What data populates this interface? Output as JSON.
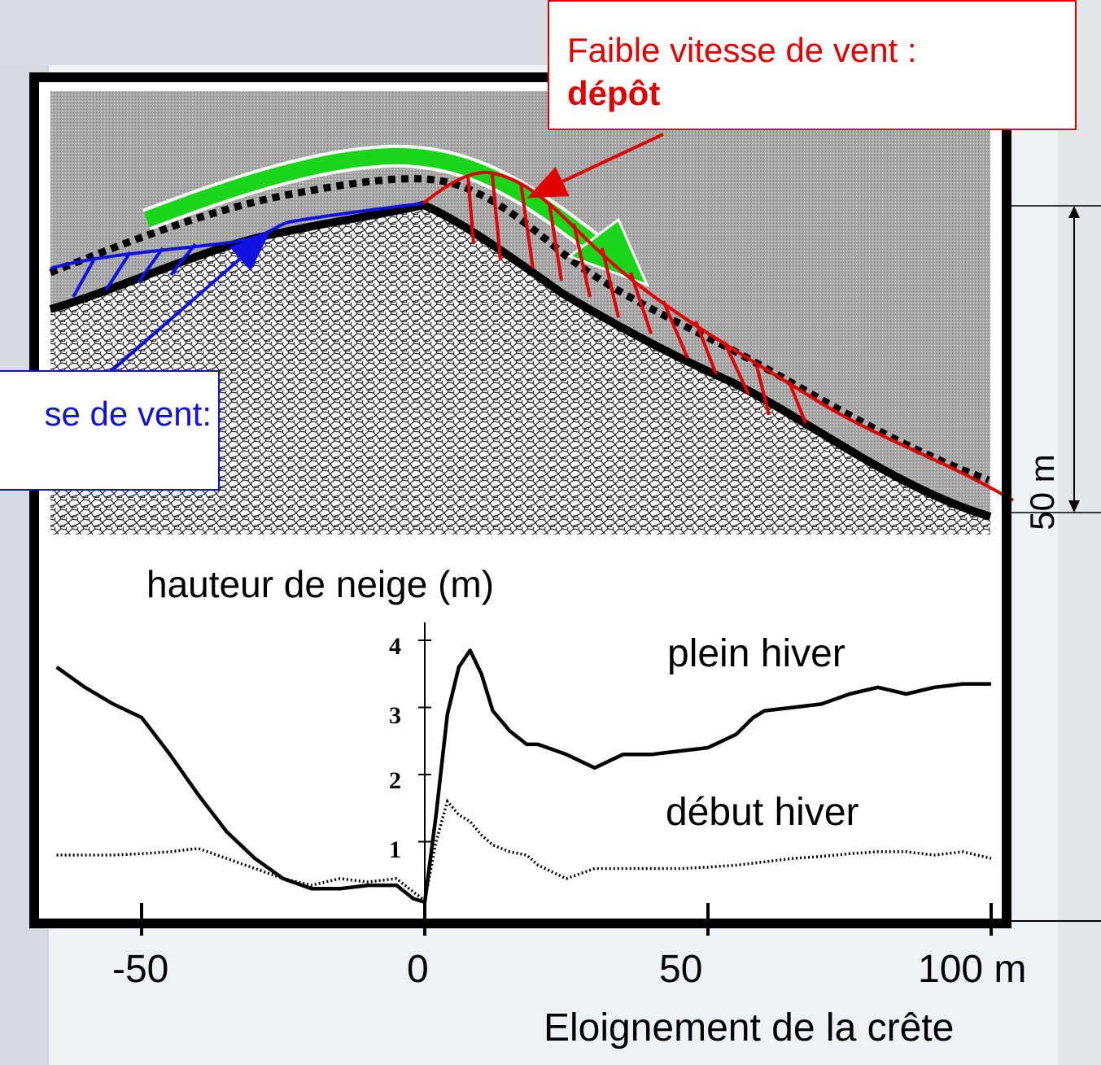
{
  "diagram": {
    "callout_low_wind": {
      "text": "Faible vitesse de vent :",
      "bold": "dépôt"
    },
    "callout_high_wind": {
      "text": "se de vent:"
    },
    "scale_label": "50 m",
    "chart_title": "hauteur de neige (m)",
    "x_axis_title": "Eloignement de la crête",
    "x_ticks": [
      "-50",
      "0",
      "50",
      "100 m"
    ],
    "y_ticks": [
      "1",
      "2",
      "3",
      "4"
    ],
    "series_label_full": "plein hiver",
    "series_label_early": "début hiver"
  },
  "chart_data": {
    "type": "line",
    "xlabel": "Eloignement de la crête",
    "ylabel": "hauteur de neige (m)",
    "xlim": [
      -65,
      102
    ],
    "ylim": [
      0,
      4.3
    ],
    "series": [
      {
        "name": "plein hiver",
        "x": [
          -65,
          -60,
          -55,
          -50,
          -45,
          -40,
          -35,
          -30,
          -25,
          -20,
          -15,
          -10,
          -5,
          -2,
          0,
          2,
          4,
          6,
          8,
          10,
          12,
          15,
          18,
          20,
          25,
          30,
          35,
          40,
          45,
          50,
          55,
          58,
          60,
          65,
          70,
          75,
          80,
          85,
          90,
          95,
          100
        ],
        "values": [
          3.6,
          3.3,
          3.05,
          2.85,
          2.3,
          1.7,
          1.15,
          0.75,
          0.45,
          0.3,
          0.3,
          0.35,
          0.35,
          0.15,
          0.1,
          1.4,
          2.9,
          3.6,
          3.85,
          3.5,
          2.95,
          2.65,
          2.45,
          2.45,
          2.3,
          2.1,
          2.3,
          2.3,
          2.35,
          2.4,
          2.6,
          2.85,
          2.95,
          3.0,
          3.05,
          3.2,
          3.3,
          3.2,
          3.3,
          3.35,
          3.35
        ]
      },
      {
        "name": "début hiver",
        "x": [
          -65,
          -60,
          -55,
          -50,
          -45,
          -40,
          -35,
          -30,
          -25,
          -20,
          -15,
          -10,
          -5,
          -2,
          0,
          2,
          4,
          6,
          8,
          10,
          12,
          15,
          18,
          20,
          25,
          30,
          35,
          40,
          45,
          50,
          55,
          60,
          65,
          70,
          75,
          80,
          85,
          90,
          95,
          100
        ],
        "values": [
          0.8,
          0.8,
          0.8,
          0.82,
          0.85,
          0.9,
          0.75,
          0.6,
          0.45,
          0.35,
          0.45,
          0.4,
          0.45,
          0.25,
          0.12,
          1.0,
          1.6,
          1.4,
          1.3,
          1.1,
          0.95,
          0.85,
          0.8,
          0.65,
          0.45,
          0.6,
          0.6,
          0.6,
          0.6,
          0.62,
          0.65,
          0.7,
          0.75,
          0.78,
          0.82,
          0.85,
          0.85,
          0.8,
          0.85,
          0.75
        ]
      }
    ]
  }
}
